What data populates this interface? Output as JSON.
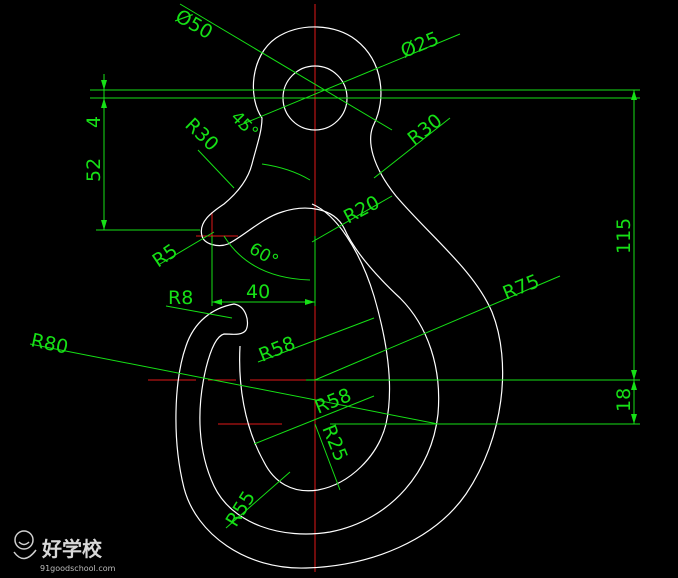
{
  "colors": {
    "background": "#000000",
    "outline": "#ffffff",
    "dimension": "#16e016",
    "centerline": "#e01818"
  },
  "dimensions": {
    "dia50": "Ø50",
    "dia25": "Ø25",
    "ang45": "45°",
    "r30_left": "R30",
    "r30_right": "R30",
    "d4": "4",
    "d52": "52",
    "r20": "R20",
    "r5": "R5",
    "ang60": "60°",
    "d40": "40",
    "r8": "R8",
    "d115": "115",
    "r75": "R75",
    "r58_upper": "R58",
    "r80": "R80",
    "r58_lower": "R58",
    "d18": "18",
    "r25": "R25",
    "r55": "R55"
  },
  "watermark": {
    "brand": "好学校",
    "site": "91goodschool.com",
    "icon": "smiley-figure-icon"
  }
}
